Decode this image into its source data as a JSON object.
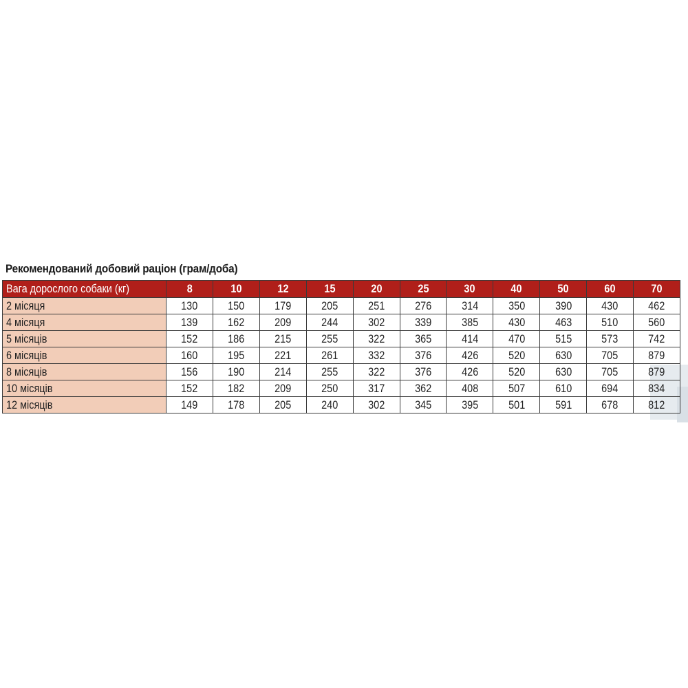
{
  "title": "Рекомендований добовий раціон (грам/доба)",
  "table": {
    "header_label": "Вага дорослого собаки (кг)",
    "weights": [
      "8",
      "10",
      "12",
      "15",
      "20",
      "25",
      "30",
      "40",
      "50",
      "60",
      "70"
    ],
    "rows": [
      {
        "label": "2 місяця",
        "values": [
          "130",
          "150",
          "179",
          "205",
          "251",
          "276",
          "314",
          "350",
          "390",
          "430",
          "462"
        ]
      },
      {
        "label": "4 місяця",
        "values": [
          "139",
          "162",
          "209",
          "244",
          "302",
          "339",
          "385",
          "430",
          "463",
          "510",
          "560"
        ]
      },
      {
        "label": "5 місяців",
        "values": [
          "152",
          "186",
          "215",
          "255",
          "322",
          "365",
          "414",
          "470",
          "515",
          "573",
          "742"
        ]
      },
      {
        "label": "6 місяців",
        "values": [
          "160",
          "195",
          "221",
          "261",
          "332",
          "376",
          "426",
          "520",
          "630",
          "705",
          "879"
        ]
      },
      {
        "label": "8 місяців",
        "values": [
          "156",
          "190",
          "214",
          "255",
          "322",
          "376",
          "426",
          "520",
          "630",
          "705",
          "879"
        ]
      },
      {
        "label": "10 місяців",
        "values": [
          "152",
          "182",
          "209",
          "250",
          "317",
          "362",
          "408",
          "507",
          "610",
          "694",
          "834"
        ]
      },
      {
        "label": "12 місяців",
        "values": [
          "149",
          "178",
          "205",
          "240",
          "302",
          "345",
          "395",
          "501",
          "591",
          "678",
          "812"
        ]
      }
    ]
  },
  "colors": {
    "header": "#b01f1a",
    "label_cell": "#f2cdb8"
  }
}
